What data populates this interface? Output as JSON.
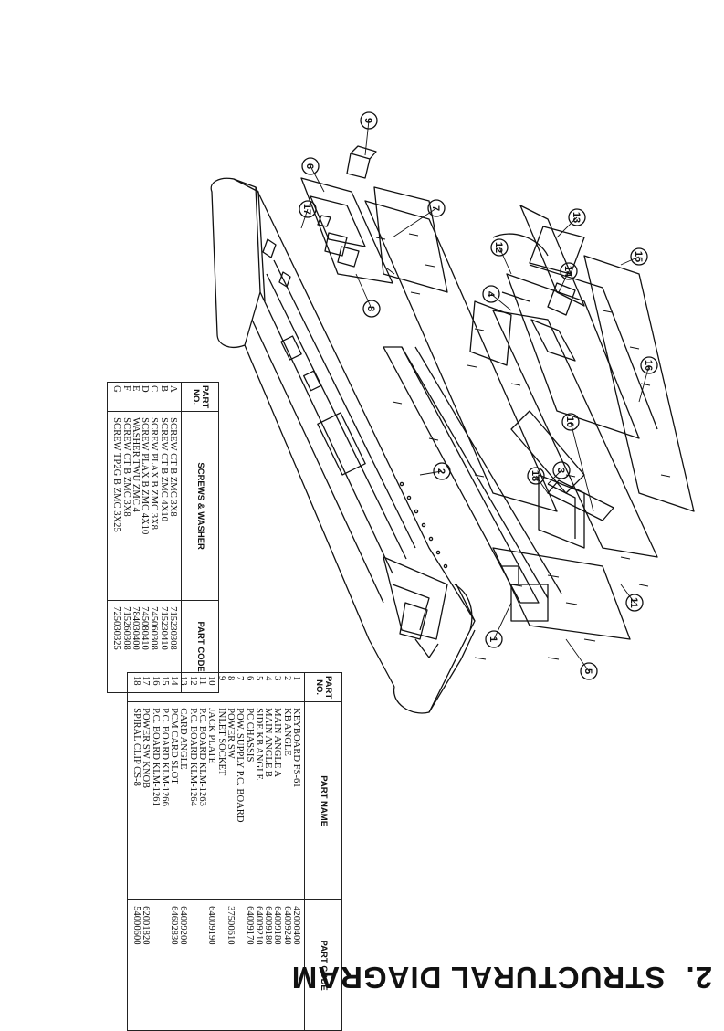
{
  "heading": {
    "number": "2.",
    "title": "STRUCTURAL DIAGRAM"
  },
  "screws_table": {
    "headers": [
      "PART NO.",
      "SCREWS & WASHER",
      "PART CODE"
    ],
    "rows": [
      {
        "no": "A",
        "name": "SCREW CT B ZMC 3X8",
        "code": "715230308"
      },
      {
        "no": "B",
        "name": "SCREW CT B ZMC 4X10",
        "code": "715230410"
      },
      {
        "no": "C",
        "name": "SCREW PLAX B ZMC 3X8",
        "code": "745060308"
      },
      {
        "no": "D",
        "name": "SCREW PLAX B ZMC 4X10",
        "code": "745080410"
      },
      {
        "no": "E",
        "name": "WASHER TWU ZMC 4",
        "code": "784030400"
      },
      {
        "no": "F",
        "name": "SCREW CT B ZMC 3X8",
        "code": "715260308"
      },
      {
        "no": "G",
        "name": "SCREW TP2G B ZMC 3X25",
        "code": "725030325"
      }
    ]
  },
  "parts_table": {
    "headers": [
      "PART NO.",
      "PART NAME",
      "PART CODE"
    ],
    "rows": [
      {
        "no": "1",
        "name": "KEYBOARD FS-61",
        "code": "42000400"
      },
      {
        "no": "2",
        "name": "KB ANGLE",
        "code": "64009240"
      },
      {
        "no": "3",
        "name": "MAIN ANGLE A",
        "code": "64009180"
      },
      {
        "no": "4",
        "name": "MAIN ANGLE B",
        "code": "64009180"
      },
      {
        "no": "5",
        "name": "SIDE KB ANGLE",
        "code": "64009210"
      },
      {
        "no": "6",
        "name": "PC CHASSIS",
        "code": "64009170"
      },
      {
        "no": "7",
        "name": "POW. SUPPLY P.C. BOARD",
        "code": ""
      },
      {
        "no": "8",
        "name": "POWER SW",
        "code": "37500610"
      },
      {
        "no": "9",
        "name": "INLET SOCKET",
        "code": ""
      },
      {
        "no": "10",
        "name": "JACK PLATE",
        "code": "64009190"
      },
      {
        "no": "11",
        "name": "P.C. BOARD KLM-1263",
        "code": ""
      },
      {
        "no": "12",
        "name": "P.C. BOARD KLM-1264",
        "code": ""
      },
      {
        "no": "13",
        "name": "CARD ANGLE",
        "code": "64009200"
      },
      {
        "no": "14",
        "name": "PCM CARD SLOT",
        "code": "64602830"
      },
      {
        "no": "15",
        "name": "P.C. BOARD KLM-1266",
        "code": ""
      },
      {
        "no": "16",
        "name": "P.C. BOARD KLM-1261",
        "code": ""
      },
      {
        "no": "17",
        "name": "POWER SW KNOB",
        "code": "62001820"
      },
      {
        "no": "18",
        "name": "SPIRAL CLIP CS-8",
        "code": "54000600"
      }
    ]
  },
  "callouts": [
    "1",
    "2",
    "3",
    "4",
    "5",
    "6",
    "7",
    "8",
    "9",
    "10",
    "11",
    "12",
    "13",
    "14",
    "15",
    "16",
    "17",
    "18"
  ],
  "colors": {
    "ink": "#111111",
    "paper": "#ffffff",
    "light_line": "#555555"
  }
}
